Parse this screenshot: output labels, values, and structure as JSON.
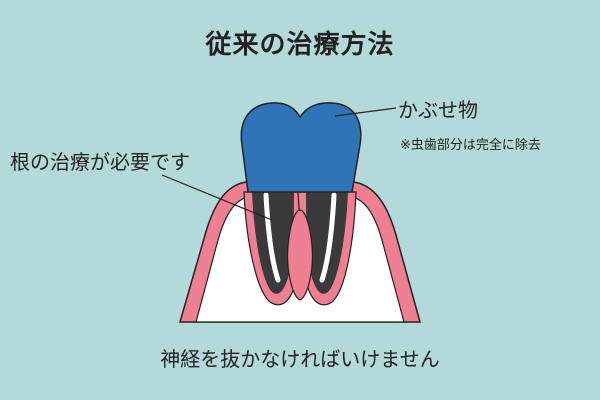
{
  "title": "従来の治療方法",
  "labels": {
    "crown": "かぶせ物",
    "crown_note": "※虫歯部分は完全に除去",
    "root_treatment": "根の治療が必要です"
  },
  "caption": "神経を抜かなければいけません",
  "colors": {
    "background": "#b3d9db",
    "crown": "#2f74b7",
    "gum": "#ef7f92",
    "tooth": "#ffffff",
    "canal": "#3a3a3a",
    "pulp": "#ef7f92",
    "outline": "#222222"
  }
}
